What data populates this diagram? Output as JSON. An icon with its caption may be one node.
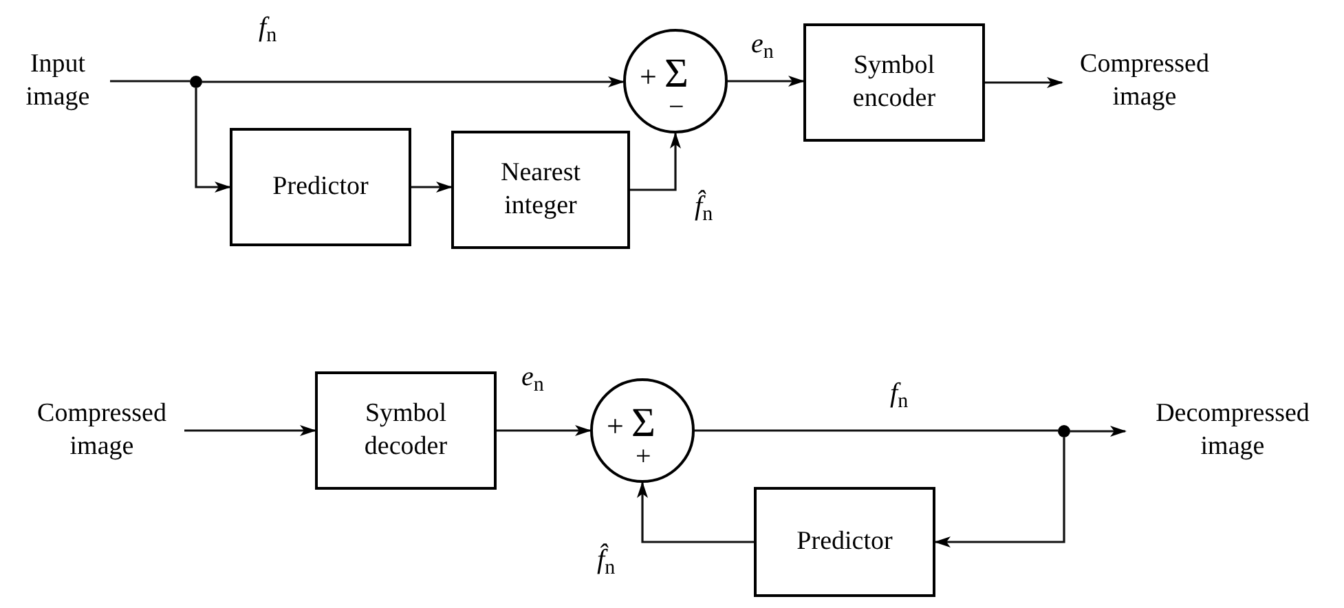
{
  "diagram": {
    "nodes": [
      {
        "text": [
          "Input image"
        ]
      },
      {
        "text": [],
        "shape": "circle"
      },
      {
        "text": [
          "+",
          "Σ",
          "−"
        ]
      },
      {
        "text": [
          "Predictor"
        ]
      },
      {
        "text": [
          "Nearest integer"
        ]
      },
      {
        "text": [
          "Symbol encoder"
        ]
      },
      {
        "text": [
          "Compressed image"
        ]
      },
      {
        "text": [
          "Compressed image"
        ]
      },
      {
        "text": [
          "Symbol decoder"
        ]
      },
      {
        "text": [
          "+",
          "Σ",
          "+"
        ]
      },
      {
        "text": [],
        "shape": "circle"
      },
      {
        "text": [
          "Decompressed image"
        ]
      },
      {
        "text": [
          "Predictor"
        ]
      }
    ],
    "edges": [
      {
        "from": 0,
        "to": 1,
        "arrow": "none"
      },
      {
        "from": 1,
        "to": 2,
        "arrow": "to",
        "label": "*f*$_{n}$"
      },
      {
        "from": 1,
        "to": 3,
        "arrow": "to"
      },
      {
        "from": 3,
        "to": 4,
        "arrow": "to"
      },
      {
        "from": 4,
        "to": 2,
        "arrow": "to",
        "label": "*f̂*$_{n}$"
      },
      {
        "from": 2,
        "to": 5,
        "arrow": "to",
        "label": "*e*$_{n}$"
      },
      {
        "from": 5,
        "to": 6,
        "arrow": "to"
      },
      {
        "from": 7,
        "to": 8,
        "arrow": "to"
      },
      {
        "from": 8,
        "to": 9,
        "arrow": "to",
        "label": "*e*$_{n}$"
      },
      {
        "from": 9,
        "to": 10,
        "arrow": "none",
        "label": "*f*$_{n}$"
      },
      {
        "from": 10,
        "to": 11,
        "arrow": "to"
      },
      {
        "from": 10,
        "to": 12,
        "arrow": "to"
      },
      {
        "from": 12,
        "to": 9,
        "arrow": "to",
        "label": "*f̂*$_{n}$"
      }
    ]
  }
}
